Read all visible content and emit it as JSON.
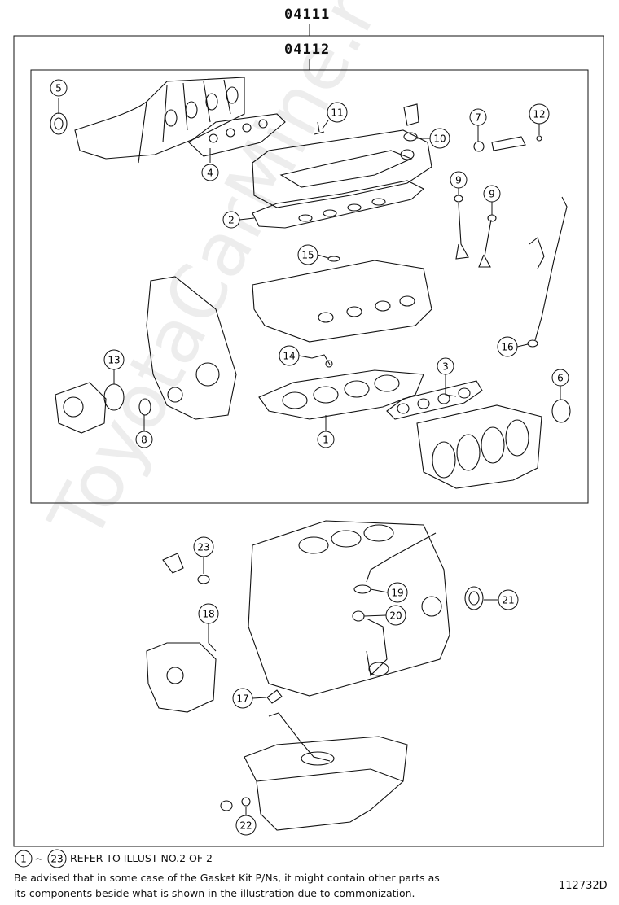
{
  "titles": {
    "outer_kit": "04111",
    "inner_kit": "04112"
  },
  "callouts": [
    {
      "id": "c1",
      "label": "1"
    },
    {
      "id": "c2",
      "label": "2"
    },
    {
      "id": "c3",
      "label": "3"
    },
    {
      "id": "c4",
      "label": "4"
    },
    {
      "id": "c5",
      "label": "5"
    },
    {
      "id": "c6",
      "label": "6"
    },
    {
      "id": "c7",
      "label": "7"
    },
    {
      "id": "c8",
      "label": "8"
    },
    {
      "id": "c9a",
      "label": "9"
    },
    {
      "id": "c9b",
      "label": "9"
    },
    {
      "id": "c10",
      "label": "10"
    },
    {
      "id": "c11",
      "label": "11"
    },
    {
      "id": "c12",
      "label": "12"
    },
    {
      "id": "c13",
      "label": "13"
    },
    {
      "id": "c14",
      "label": "14"
    },
    {
      "id": "c15",
      "label": "15"
    },
    {
      "id": "c16",
      "label": "16"
    },
    {
      "id": "c17",
      "label": "17"
    },
    {
      "id": "c18",
      "label": "18"
    },
    {
      "id": "c19",
      "label": "19"
    },
    {
      "id": "c20",
      "label": "20"
    },
    {
      "id": "c21",
      "label": "21"
    },
    {
      "id": "c22",
      "label": "22"
    },
    {
      "id": "c23",
      "label": "23"
    }
  ],
  "footer": {
    "range_start": "1",
    "range_end": "23",
    "tilde": "~",
    "refer_text": "REFER TO ILLUST NO.2 OF 2",
    "advisory_line1": "Be advised that in some case of the Gasket Kit P/Ns,  it might contain other parts as",
    "advisory_line2": "its components beside what is shown in the illustration due to commonization.",
    "illustration_code": "112732D"
  },
  "watermark": "ToyotaCarMine.ru"
}
